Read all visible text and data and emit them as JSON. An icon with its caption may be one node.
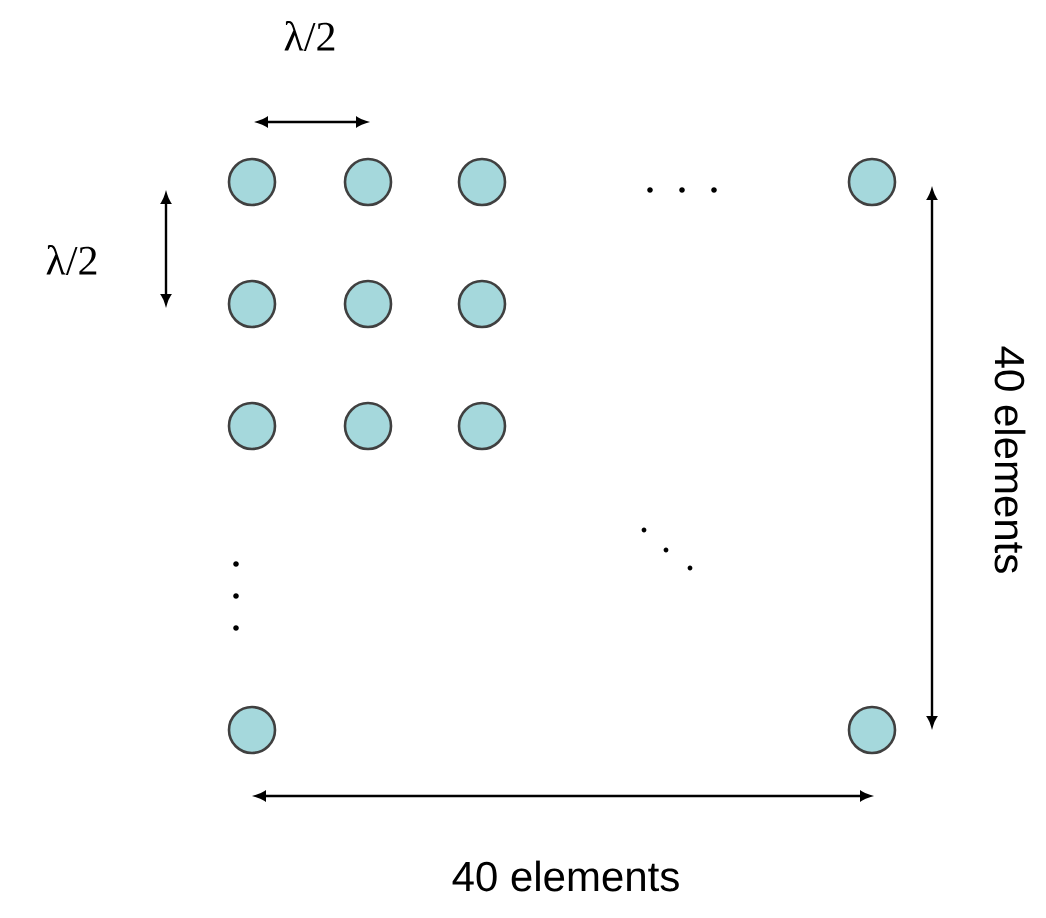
{
  "diagram": {
    "nodes": [
      {
        "text": [],
        "shape": "circle"
      },
      {
        "text": [],
        "shape": "circle"
      },
      {
        "text": [],
        "shape": "circle"
      },
      {
        "text": [],
        "shape": "circle"
      },
      {
        "text": [],
        "shape": "circle"
      },
      {
        "text": [],
        "shape": "circle"
      },
      {
        "text": [],
        "shape": "circle"
      },
      {
        "text": [],
        "shape": "circle"
      },
      {
        "text": [],
        "shape": "circle"
      },
      {
        "text": [],
        "shape": "circle"
      },
      {
        "text": [],
        "shape": "circle"
      },
      {
        "text": [],
        "shape": "circle"
      }
    ],
    "labels": [
      "λ/2",
      "λ/2",
      "40 elements",
      "40 elements"
    ]
  }
}
